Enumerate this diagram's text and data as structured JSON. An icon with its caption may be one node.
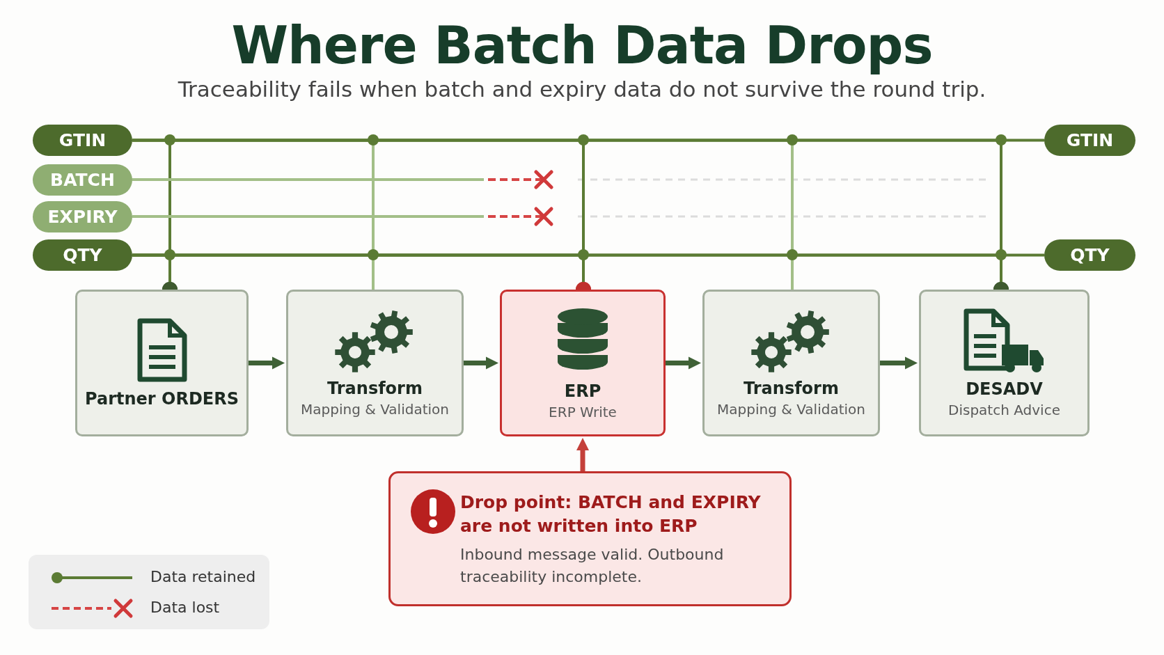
{
  "diagram": {
    "title": "Where Batch Data Drops",
    "nodes": [
      {
        "text": [
          "GTIN"
        ]
      },
      {
        "text": [
          "BATCH"
        ]
      },
      {
        "text": [
          "EXPIRY"
        ]
      },
      {
        "text": [
          "QTY"
        ]
      },
      {
        "text": [
          "GTIN"
        ]
      },
      {
        "text": [
          "QTY"
        ]
      },
      {
        "text": [
          "Partner ORDERS"
        ]
      },
      {
        "text": [
          "Transform",
          "Mapping & Validation"
        ]
      },
      {
        "text": [
          "ERP",
          "ERP Write"
        ]
      },
      {
        "text": [
          "Transform",
          "Mapping & Validation"
        ]
      },
      {
        "text": [
          "DESADV",
          "Dispatch Advice"
        ]
      },
      {
        "text": [
          "Drop point: BATCH and EXPIRY are not written into ERP",
          "Inbound message valid. Outbound traceability incomplete."
        ]
      }
    ],
    "edges": [
      {
        "from": 0,
        "to": 4,
        "arrow": "none",
        "color": "#5b7b34"
      },
      {
        "from": 1,
        "to": null,
        "arrow": "other",
        "color": "#a3bf88"
      },
      {
        "from": 2,
        "to": null,
        "arrow": "other",
        "color": "#a3bf88"
      },
      {
        "from": 3,
        "to": 5,
        "arrow": "none",
        "color": "#5b7b34"
      },
      {
        "from": 6,
        "to": 7,
        "arrow": "to"
      },
      {
        "from": 7,
        "to": 8,
        "arrow": "to"
      },
      {
        "from": 8,
        "to": 9,
        "arrow": "to"
      },
      {
        "from": 9,
        "to": 10,
        "arrow": "to"
      },
      {
        "from": 11,
        "to": 8,
        "arrow": "to",
        "color": "#c4403a"
      },
      {
        "from": 0,
        "to": 6,
        "arrow": "other",
        "color": "#5b7b34"
      },
      {
        "from": 3,
        "to": 6,
        "arrow": "other",
        "color": "#5b7b34"
      },
      {
        "from": 0,
        "to": 7,
        "arrow": "none",
        "color": "#a3bf88"
      },
      {
        "from": 0,
        "to": 8,
        "arrow": "other",
        "color": "#5b7b34"
      },
      {
        "from": 3,
        "to": 8,
        "arrow": "other",
        "color": "#5b7b34"
      },
      {
        "from": 0,
        "to": 9,
        "arrow": "none",
        "color": "#a3bf88"
      },
      {
        "from": 0,
        "to": 10,
        "arrow": "other",
        "color": "#5b7b34"
      },
      {
        "from": 3,
        "to": 10,
        "arrow": "other",
        "color": "#5b7b34"
      }
    ],
    "labels": [
      "Traceability fails when batch and expiry data do not survive the round trip."
    ],
    "legend": [
      {
        "text": "Data retained"
      },
      {
        "text": "Data lost"
      }
    ]
  }
}
